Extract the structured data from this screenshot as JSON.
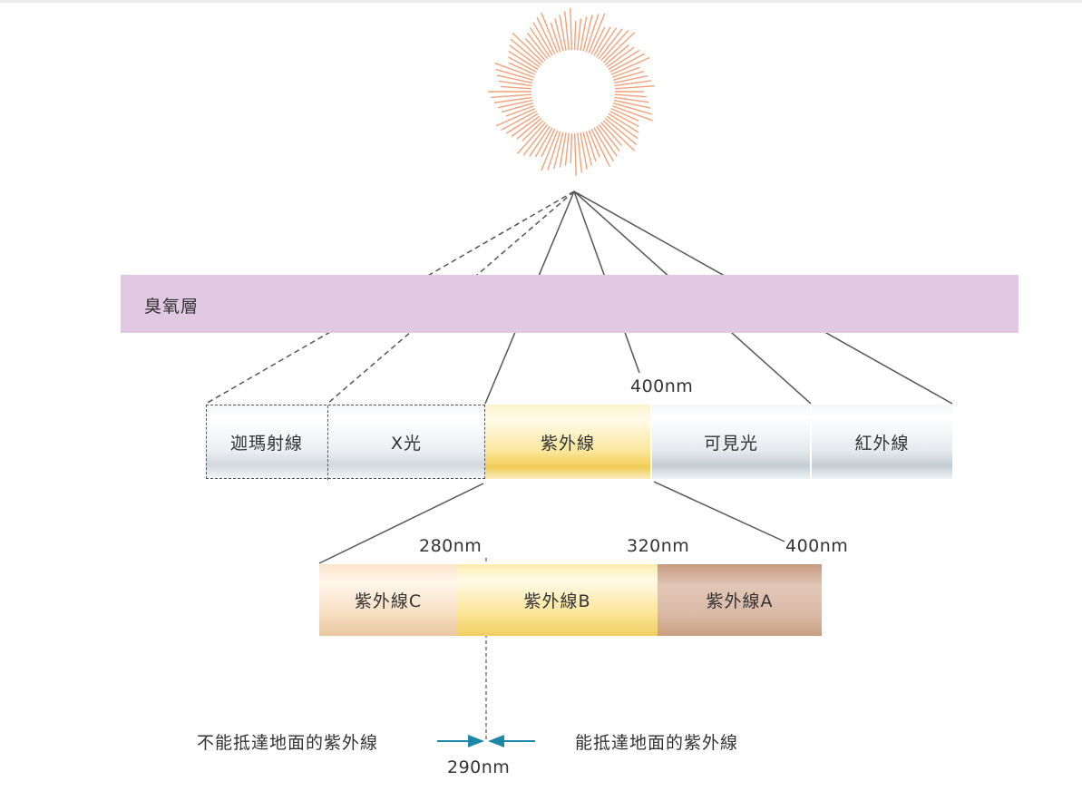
{
  "ozone_layer": {
    "label": "臭氧層"
  },
  "spectrum": [
    {
      "label": "迦瑪射線",
      "style": "dashed"
    },
    {
      "label": "X光",
      "style": "dashed"
    },
    {
      "label": "紫外線",
      "style": "highlight"
    },
    {
      "label": "可見光",
      "style": "solid"
    },
    {
      "label": "紅外線",
      "style": "solid"
    }
  ],
  "wavelength_labels": {
    "visible_boundary": "400nm",
    "uvc_uvb": "280nm",
    "uvb_uva": "320nm",
    "uva_end": "400nm",
    "ground_boundary": "290nm"
  },
  "uv_subbands": [
    {
      "label": "紫外線C",
      "color": "#f6dec1"
    },
    {
      "label": "紫外線B",
      "color": "#fbe599"
    },
    {
      "label": "紫外線A",
      "color": "#dbb9a7"
    }
  ],
  "ground_notes": {
    "cannot_reach": "不能抵達地面的紫外線",
    "can_reach": "能抵達地面的紫外線"
  },
  "colors": {
    "sun_rays": "#f0a27a",
    "ozone": "#e2c9e3",
    "arrow": "#1e88a8",
    "line": "#555555"
  }
}
